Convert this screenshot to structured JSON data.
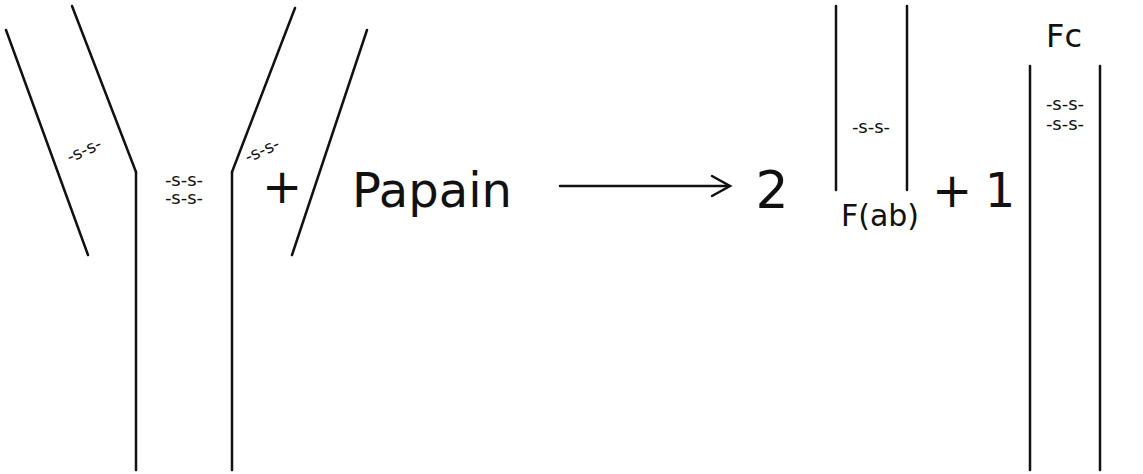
{
  "diagram": {
    "labels": [
      "-s-s-",
      "-s-s-",
      "-s-s-",
      "-s-s-",
      "+",
      "Papain",
      "2",
      "-s-s-",
      "F(ab)",
      "+",
      "1",
      "Fc",
      "-s-s-",
      "-s-s-"
    ]
  }
}
